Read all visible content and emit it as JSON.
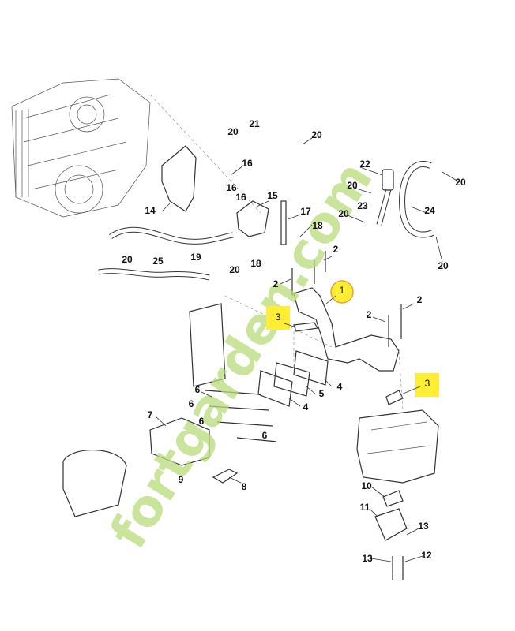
{
  "diagram": {
    "watermark": "fortgarden.com",
    "highlight_colors": {
      "circle": "#ffee33",
      "box": "#ffee33",
      "circle_border": "#e8a040"
    },
    "callouts": [
      "20",
      "21",
      "20",
      "16",
      "16",
      "16",
      "15",
      "14",
      "17",
      "18",
      "18",
      "2",
      "2",
      "20",
      "19",
      "25",
      "20",
      "22",
      "20",
      "23",
      "20",
      "24",
      "20",
      "20",
      "1",
      "3",
      "2",
      "2",
      "3",
      "4",
      "5",
      "4",
      "6",
      "6",
      "6",
      "6",
      "7",
      "8",
      "9",
      "10",
      "11",
      "13",
      "13",
      "12"
    ]
  }
}
